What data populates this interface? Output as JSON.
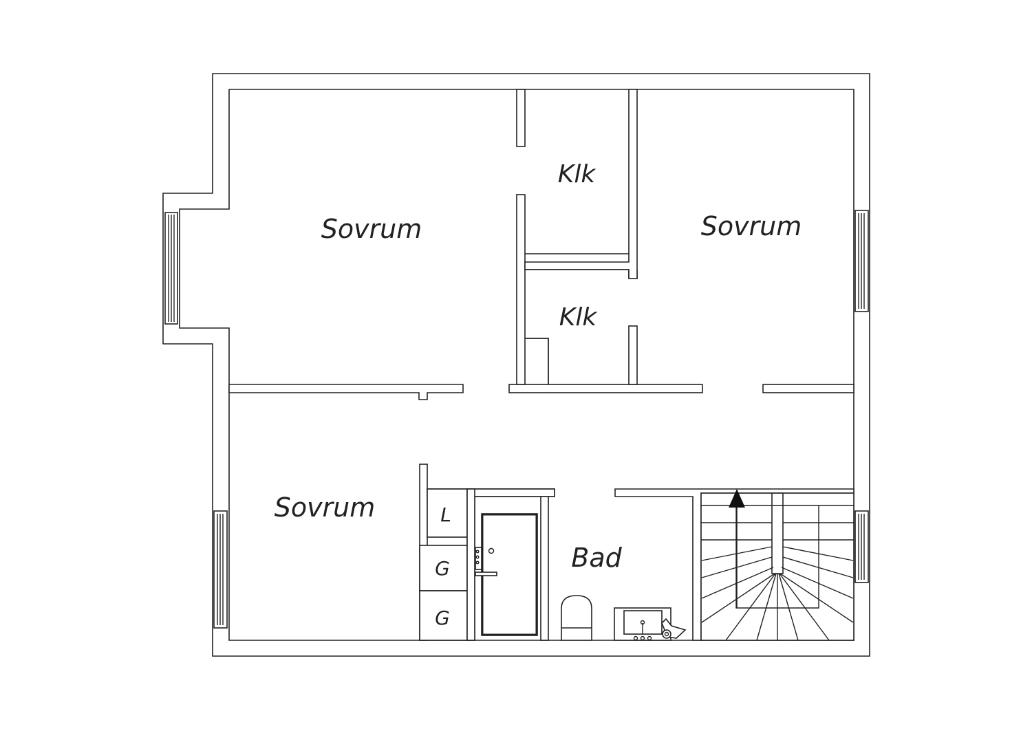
{
  "rooms": {
    "bedroom_top_left": "Sovrum",
    "bedroom_top_right": "Sovrum",
    "bedroom_bottom_left": "Sovrum",
    "closet_top": "Klk",
    "closet_middle": "Klk",
    "bathroom": "Bad",
    "linen_closet": "L",
    "wardrobe_upper": "G",
    "wardrobe_lower": "G"
  },
  "colors": {
    "line": "#222222",
    "background": "#ffffff"
  }
}
